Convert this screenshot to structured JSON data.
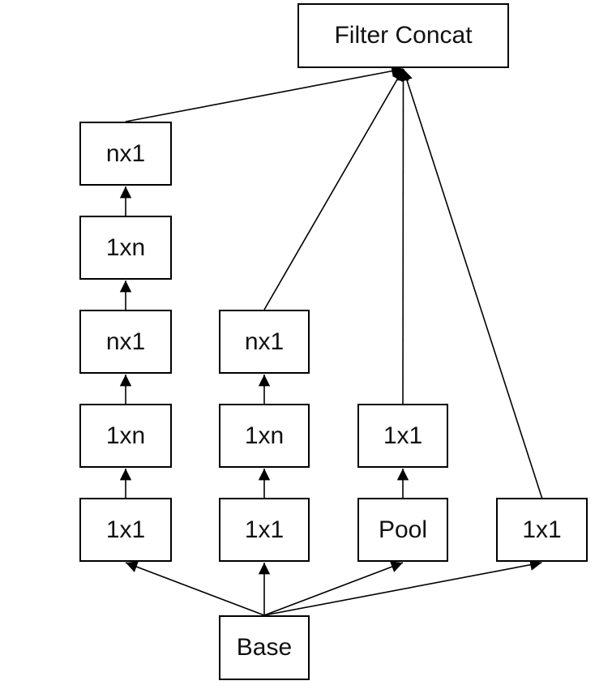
{
  "diagram": {
    "colors": {
      "stroke": "#000000",
      "text": "#111111",
      "background": "#ffffff"
    },
    "nodes": {
      "filter_concat": "Filter Concat",
      "col1_nx1_top": "nx1",
      "col1_1xn_upper": "1xn",
      "col1_nx1_mid": "nx1",
      "col1_1xn_lower": "1xn",
      "col1_1x1": "1x1",
      "col2_nx1": "nx1",
      "col2_1xn": "1xn",
      "col2_1x1": "1x1",
      "col3_1x1": "1x1",
      "col3_pool": "Pool",
      "col4_1x1": "1x1",
      "base": "Base"
    },
    "edges": [
      [
        "base",
        "col1_1x1"
      ],
      [
        "base",
        "col2_1x1"
      ],
      [
        "base",
        "col3_pool"
      ],
      [
        "base",
        "col4_1x1"
      ],
      [
        "col1_1x1",
        "col1_1xn_lower"
      ],
      [
        "col1_1xn_lower",
        "col1_nx1_mid"
      ],
      [
        "col1_nx1_mid",
        "col1_1xn_upper"
      ],
      [
        "col1_1xn_upper",
        "col1_nx1_top"
      ],
      [
        "col2_1x1",
        "col2_1xn"
      ],
      [
        "col2_1xn",
        "col2_nx1"
      ],
      [
        "col3_pool",
        "col3_1x1"
      ],
      [
        "col1_nx1_top",
        "filter_concat"
      ],
      [
        "col2_nx1",
        "filter_concat"
      ],
      [
        "col3_1x1",
        "filter_concat"
      ],
      [
        "col4_1x1",
        "filter_concat"
      ]
    ]
  }
}
